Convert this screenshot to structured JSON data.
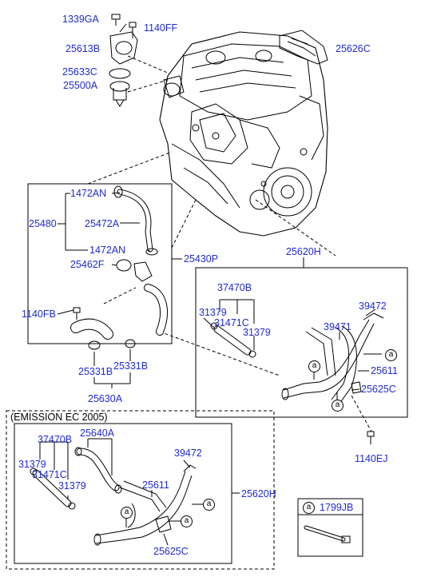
{
  "labels": {
    "p1339GA": "1339GA",
    "p1140FF": "1140FF",
    "p25613B": "25613B",
    "p25626C": "25626C",
    "p25633C": "25633C",
    "p25500A": "25500A",
    "p1472AN_top": "1472AN",
    "p25480": "25480",
    "p25472A": "25472A",
    "p1472AN_bot": "1472AN",
    "p25430P": "25430P",
    "p25462F": "25462F",
    "p25620H_top": "25620H",
    "p37470B_top": "37470B",
    "p39472_top": "39472",
    "p31379_a": "31379",
    "p31471C_top": "31471C",
    "p39471": "39471",
    "p31379_b": "31379",
    "p1140FB": "1140FB",
    "p25611_top": "25611",
    "p25625C_top": "25625C",
    "p25331B_a": "25331B",
    "p25331B_b": "25331B",
    "p25630A": "25630A",
    "p1140EJ": "1140EJ",
    "emission": "(EMISSION EC 2005)",
    "p37470B_bot": "37470B",
    "p25640A": "25640A",
    "p31379_c": "31379",
    "p39472_bot": "39472",
    "p31471C_bot": "31471C",
    "p25611_bot": "25611",
    "p31379_d": "31379",
    "p25620H_bot": "25620H",
    "p25625C_bot": "25625C",
    "legend_code": "1799JB"
  },
  "callout_letter": "a",
  "colors": {
    "label": "#1f2bd0",
    "line": "#000000"
  }
}
